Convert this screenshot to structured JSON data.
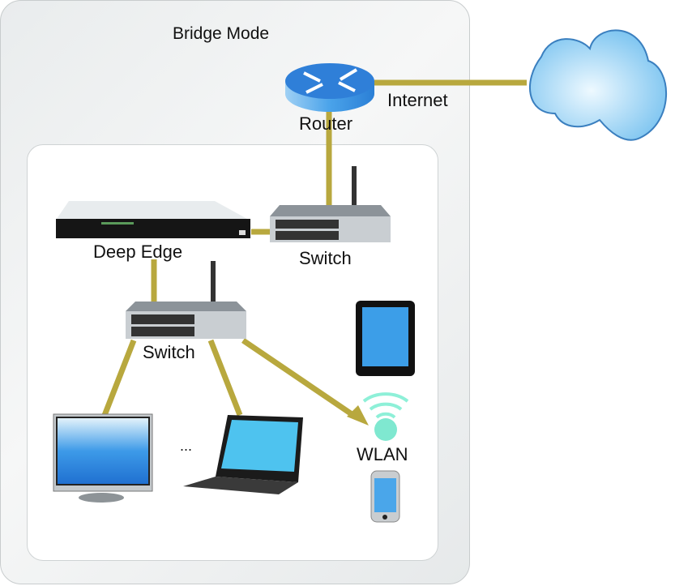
{
  "title": "Bridge Mode",
  "labels": {
    "router": "Router",
    "internet": "Internet",
    "switch_top": "Switch",
    "deep_edge": "Deep Edge",
    "switch_bottom": "Switch",
    "ellipsis": "...",
    "wlan": "WLAN"
  },
  "colors": {
    "cable": "#b8a83e",
    "router_blue": "#2f7fd8",
    "cloud_blue": "#8fcdf2",
    "wlan_teal": "#7fe8d0"
  }
}
